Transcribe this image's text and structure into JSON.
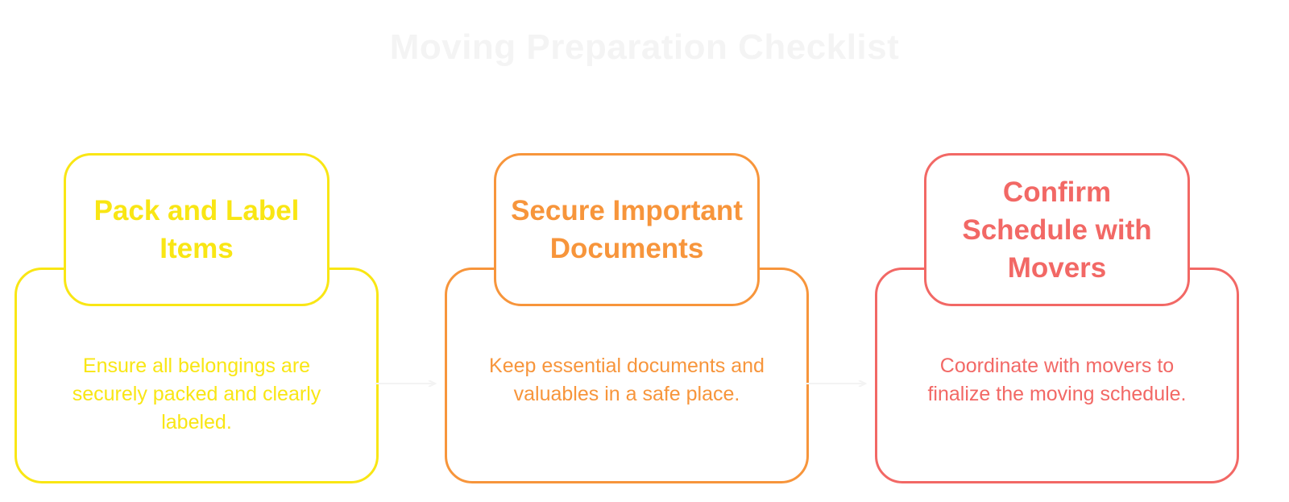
{
  "title": "Moving Preparation Checklist",
  "steps": [
    {
      "title": "Pack and Label Items",
      "description": "Ensure all belongings are securely packed and clearly labeled.",
      "color": "#F9E614"
    },
    {
      "title": "Secure Important Documents",
      "description": "Keep essential documents and valuables in a safe place.",
      "color": "#F7953B"
    },
    {
      "title": "Confirm Schedule with Movers",
      "description": "Coordinate with movers to finalize the moving schedule.",
      "color": "#F26865"
    }
  ],
  "connector_color": "#F3F3F3"
}
